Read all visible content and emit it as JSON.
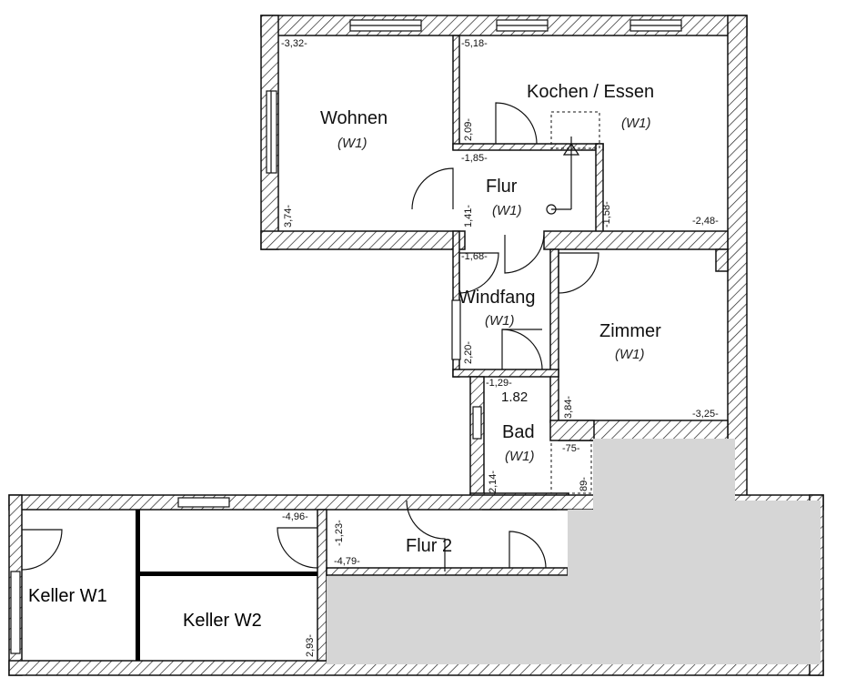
{
  "rooms": {
    "wohnen": {
      "name": "Wohnen",
      "sub": "(W1)"
    },
    "kochen": {
      "name": "Kochen / Essen",
      "sub": "(W1)"
    },
    "flur": {
      "name": "Flur",
      "sub": "(W1)"
    },
    "windfang": {
      "name": "Windfang",
      "sub": "(W1)"
    },
    "zimmer": {
      "name": "Zimmer",
      "sub": "(W1)"
    },
    "bad": {
      "name": "Bad",
      "sub": "(W1)"
    },
    "flur2": {
      "name": "Flur 2"
    },
    "keller_w1": {
      "name": "Keller W1"
    },
    "keller_w2": {
      "name": "Keller W2"
    }
  },
  "dimensions": {
    "d332": "-3,32-",
    "d518": "-5,18-",
    "d209": "2,09-",
    "d185": "-1,85-",
    "d374": "3,74-",
    "d141": "1,41-",
    "d158": "-1,58-",
    "d248": "-2,48-",
    "d168": "-1,68-",
    "d220": "2,20-",
    "d129": "-1,29-",
    "d182": "1.82",
    "d384": "3,84-",
    "d325": "-3,25-",
    "d75": "-75-",
    "d214": "2,14-",
    "d89": "89-",
    "d496": "-4,96-",
    "d123": "-1,23-",
    "d479": "-4,79-",
    "d293": "2,93-"
  }
}
